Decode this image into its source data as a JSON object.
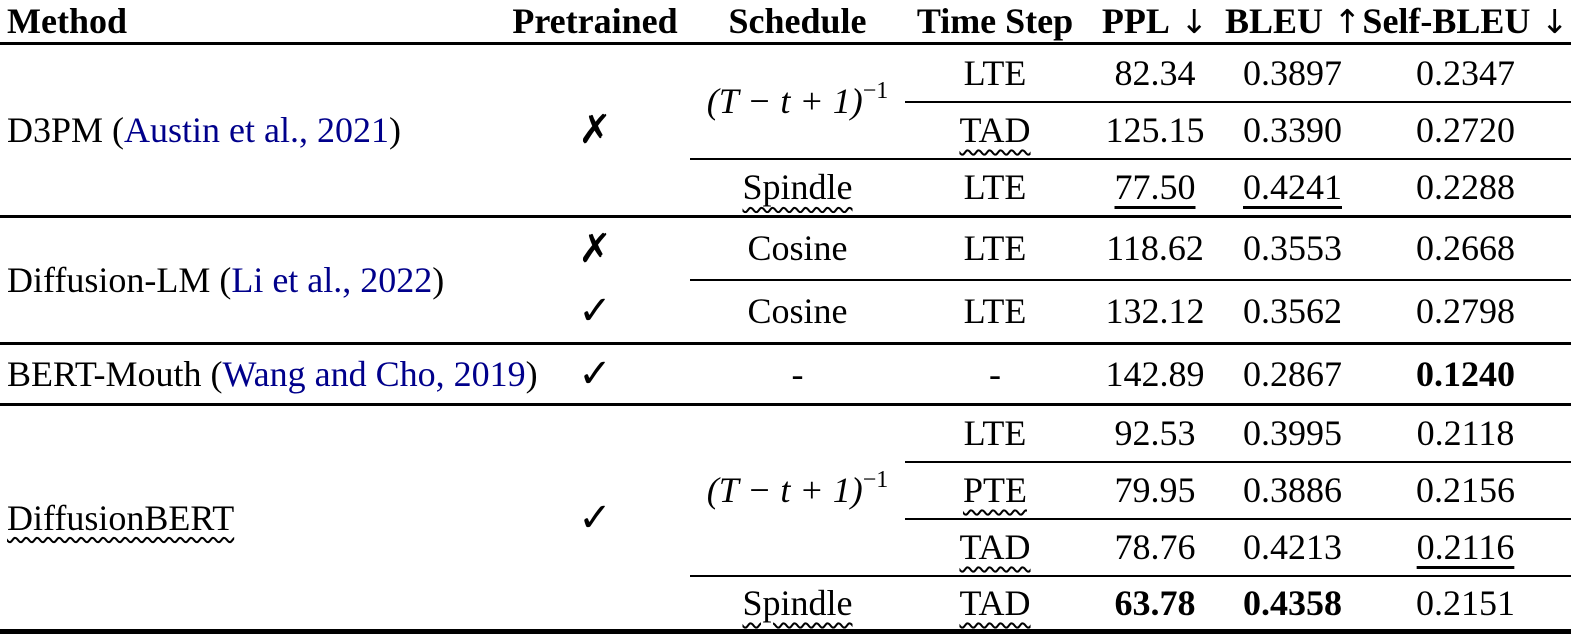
{
  "colors": {
    "citation": "#00008B",
    "text": "#000000",
    "rule": "#000000",
    "background": "#ffffff"
  },
  "table": {
    "headers": [
      {
        "label": "Method",
        "arrow": ""
      },
      {
        "label": "Pretrained",
        "arrow": ""
      },
      {
        "label": "Schedule",
        "arrow": ""
      },
      {
        "label": "Time Step",
        "arrow": ""
      },
      {
        "label": "PPL",
        "arrow": " ↓"
      },
      {
        "label": "BLEU",
        "arrow": " ↑"
      },
      {
        "label": "Self-BLEU",
        "arrow": " ↓"
      }
    ],
    "groups": [
      {
        "method": {
          "prefix": "D3PM (",
          "citation": "Austin et al., 2021",
          "suffix": ")"
        },
        "pretrained": "✗",
        "schedule": {
          "formula": "(T − t + 1)",
          "exponent": "−1",
          "alt": "Spindle"
        },
        "rows": [
          {
            "timestep": "LTE",
            "ppl": "82.34",
            "bleu": "0.3897",
            "self_bleu": "0.2347"
          },
          {
            "timestep": "TAD",
            "ppl": "125.15",
            "bleu": "0.3390",
            "self_bleu": "0.2720"
          },
          {
            "timestep": "LTE",
            "ppl": "77.50",
            "bleu": "0.4241",
            "self_bleu": "0.2288"
          }
        ]
      },
      {
        "method": {
          "prefix": "Diffusion-LM (",
          "citation": "Li et al., 2022",
          "suffix": ")"
        },
        "rows": [
          {
            "pretrained": "✗",
            "schedule": "Cosine",
            "timestep": "LTE",
            "ppl": "118.62",
            "bleu": "0.3553",
            "self_bleu": "0.2668"
          },
          {
            "pretrained": "✓",
            "schedule": "Cosine",
            "timestep": "LTE",
            "ppl": "132.12",
            "bleu": "0.3562",
            "self_bleu": "0.2798"
          }
        ]
      },
      {
        "method": {
          "prefix": "BERT-Mouth (",
          "citation": "Wang and Cho, 2019",
          "suffix": ")"
        },
        "rows": [
          {
            "pretrained": "✓",
            "schedule": "-",
            "timestep": "-",
            "ppl": "142.89",
            "bleu": "0.2867",
            "self_bleu": "0.1240"
          }
        ]
      },
      {
        "method": {
          "prefix": "DiffusionBERT",
          "citation": "",
          "suffix": ""
        },
        "pretrained": "✓",
        "schedule": {
          "formula": "(T − t + 1)",
          "exponent": "−1",
          "alt": "Spindle"
        },
        "rows": [
          {
            "timestep": "LTE",
            "ppl": "92.53",
            "bleu": "0.3995",
            "self_bleu": "0.2118"
          },
          {
            "timestep": "PTE",
            "ppl": "79.95",
            "bleu": "0.3886",
            "self_bleu": "0.2156"
          },
          {
            "timestep": "TAD",
            "ppl": "78.76",
            "bleu": "0.4213",
            "self_bleu": "0.2116"
          },
          {
            "timestep": "TAD",
            "ppl": "63.78",
            "bleu": "0.4358",
            "self_bleu": "0.2151"
          }
        ]
      }
    ]
  }
}
